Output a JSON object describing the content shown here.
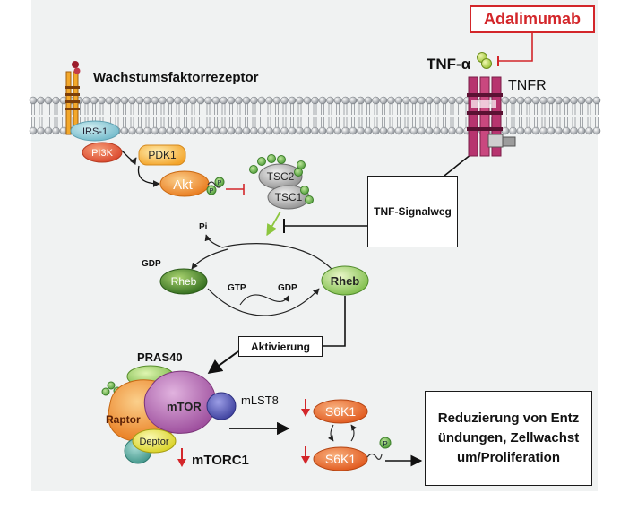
{
  "drug": {
    "label": "Adalimumab"
  },
  "ligand": {
    "name": "TNF-α"
  },
  "receptors": {
    "growth_factor": "Wachstumsfaktorrezeptor",
    "tnf": "TNFR"
  },
  "proteins": {
    "irs1": "IRS-1",
    "pi3k": "PI3K",
    "pdk1": "PDK1",
    "akt": "Akt",
    "tsc2": "TSC2",
    "tsc1": "TSC1",
    "rheb_gdp": "Rheb",
    "rheb_gtp": "Rheb",
    "pras40": "PRAS40",
    "raptor": "Raptor",
    "mtor": "mTOR",
    "mlst8": "mLST8",
    "deptor": "Deptor",
    "s6k1_top": "S6K1",
    "s6k1_bottom": "S6K1"
  },
  "phospho_label": "P",
  "molecules": {
    "pi": "Pi",
    "gdp_top": "GDP",
    "gtp": "GTP",
    "gdp_right": "GDP"
  },
  "complex": {
    "name": "mTORC1"
  },
  "boxes": {
    "tnf_pathway": "TNF-Signalweg",
    "activation": "Aktivierung",
    "outcome": "Reduzierung von Entzündungen, Zellwachstum/Proliferation"
  },
  "colors": {
    "inhibit_red": "#d3262a",
    "membrane_gray": "#9a9ea3",
    "phospho_green": "#5aa84b",
    "akt_orange": "#f07f1f",
    "rheb_green": "#4c8a2c",
    "mtor_purple": "#a45aa3",
    "receptor_magenta": "#b7346f",
    "deptor_yellow": "#e8e23a",
    "s6k1_orange": "#e8641e"
  }
}
